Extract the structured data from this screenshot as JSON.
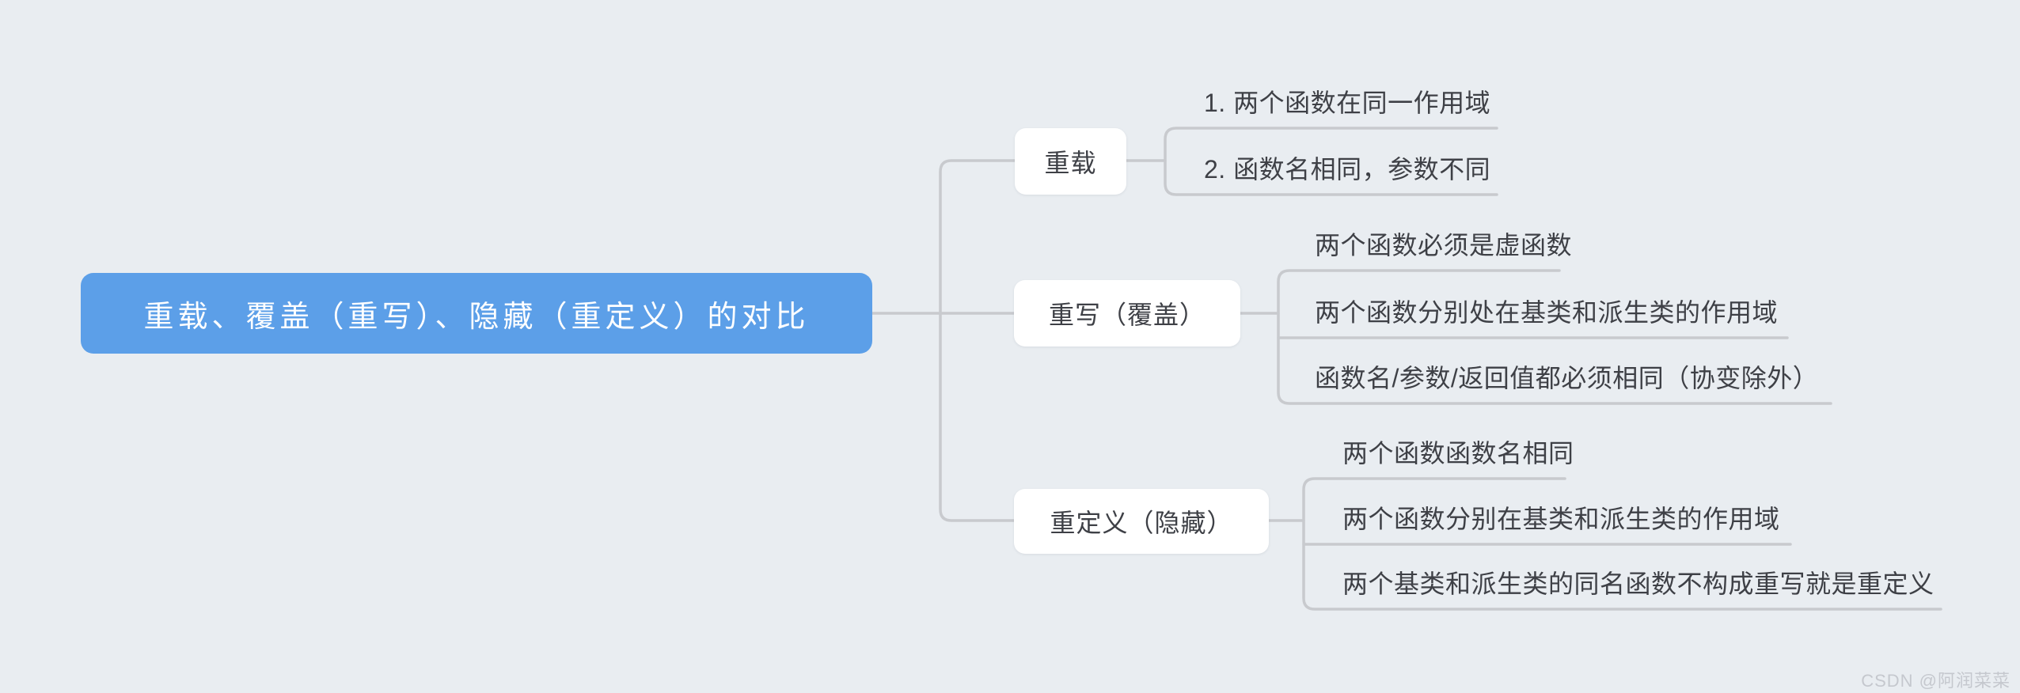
{
  "root": {
    "label": "重载、覆盖（重写）、隐藏（重定义）的对比",
    "fill": "#5C9FE8",
    "text_color": "#FFFFFF"
  },
  "branches": [
    {
      "label": "重载",
      "children": [
        "1. 两个函数在同一作用域",
        "2. 函数名相同，参数不同"
      ]
    },
    {
      "label": "重写（覆盖）",
      "children": [
        "两个函数必须是虚函数",
        "两个函数分别处在基类和派生类的作用域",
        "函数名/参数/返回值都必须相同（协变除外）"
      ]
    },
    {
      "label": "重定义（隐藏）",
      "children": [
        "两个函数函数名相同",
        "两个函数分别在基类和派生类的作用域",
        "两个基类和派生类的同名函数不构成重写就是重定义"
      ]
    }
  ],
  "watermark": "CSDN @阿润菜菜",
  "colors": {
    "background": "#E9EDF1",
    "connector": "#C8CACE",
    "root_fill": "#5C9FE8",
    "root_text": "#FFFFFF",
    "topic_fill": "#FFFFFF",
    "topic_text": "#3E4046",
    "watermark_text": "#C5C8CE"
  }
}
